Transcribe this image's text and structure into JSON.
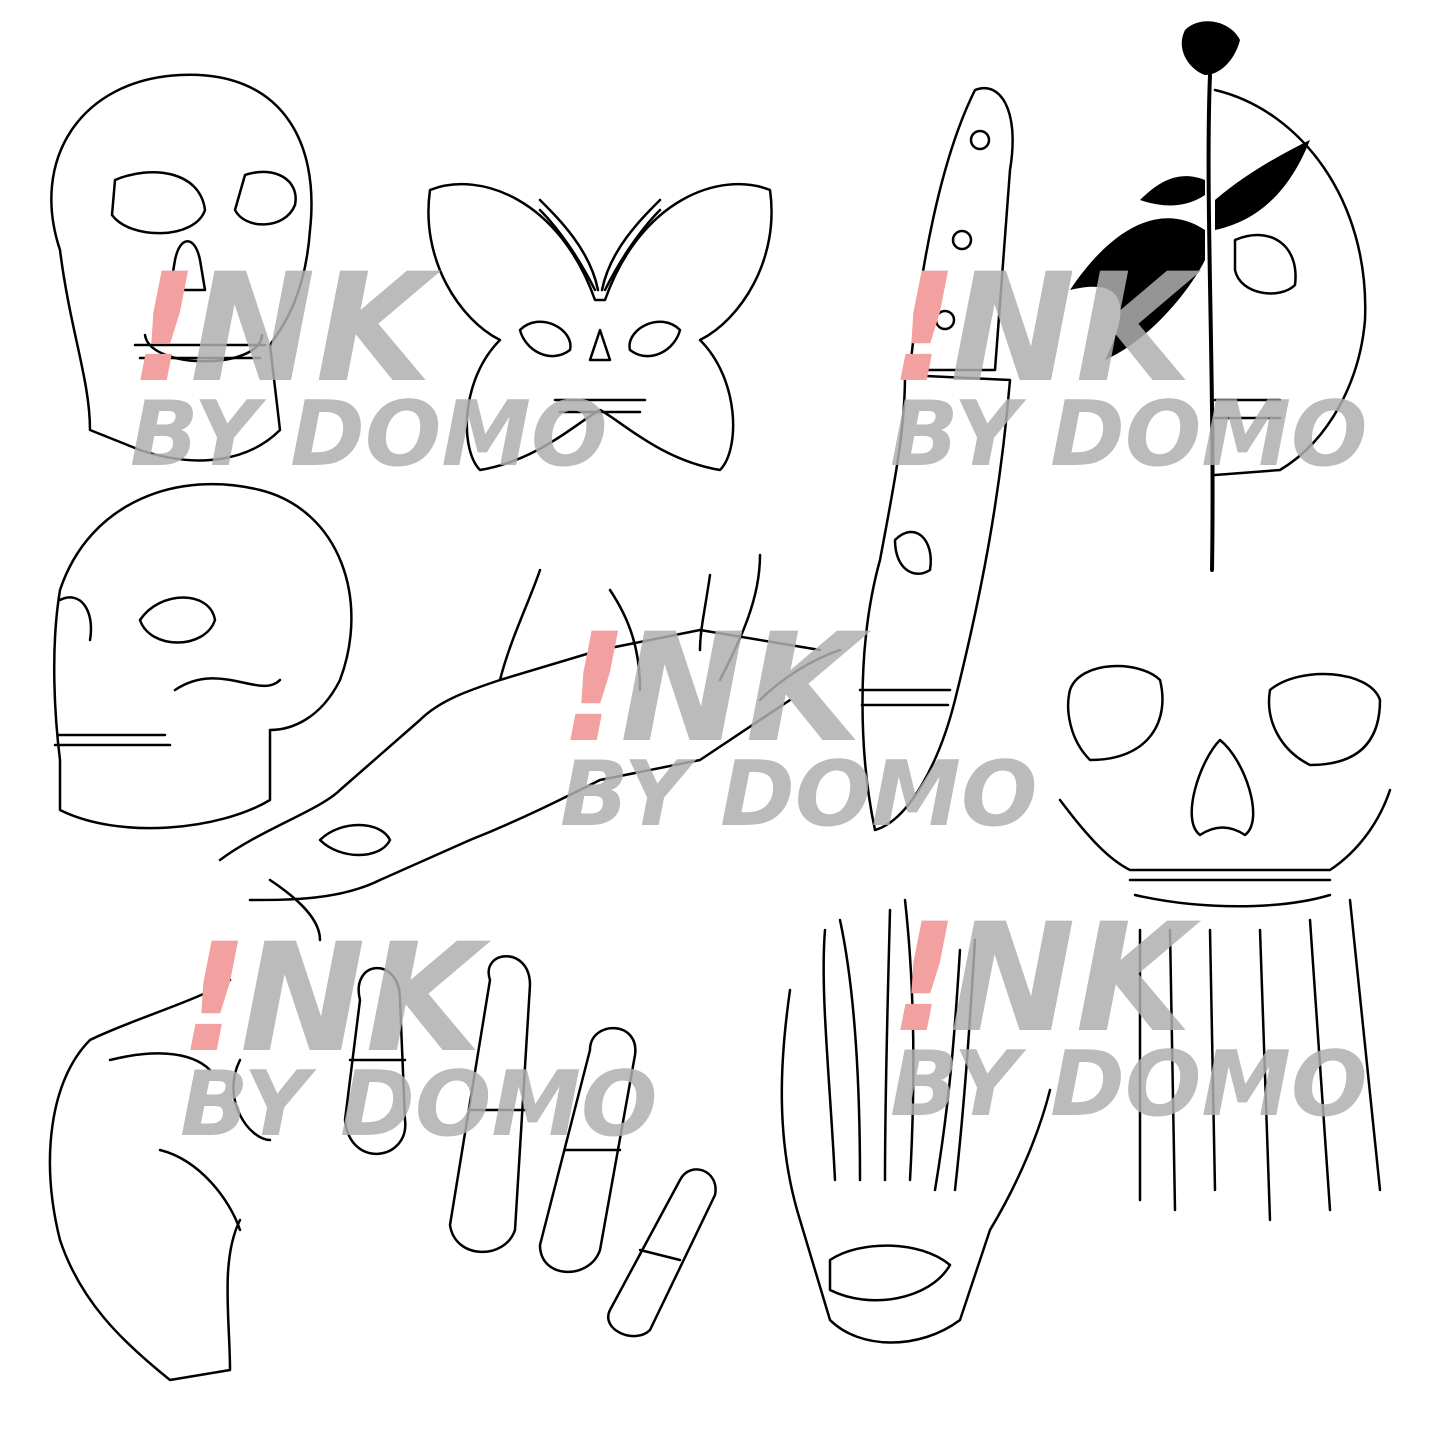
{
  "watermark": {
    "line1": "INK",
    "line2": "BY DOMO",
    "text_color": "#b0b0b0",
    "accent_color": "#f2a0a0"
  },
  "artworks": [
    {
      "name": "front-skull",
      "style": "outline"
    },
    {
      "name": "butterfly-skull",
      "style": "outline"
    },
    {
      "name": "knife-skull-blade",
      "style": "outline"
    },
    {
      "name": "rose-half-skull",
      "style": "filled-rose-outline-skull"
    },
    {
      "name": "side-skull",
      "style": "outline"
    },
    {
      "name": "skeleton-arm-hand",
      "style": "outline"
    },
    {
      "name": "skull-upper-jaw-with-drips",
      "style": "outline"
    },
    {
      "name": "skeleton-hand-curled",
      "style": "outline"
    },
    {
      "name": "finger-bones",
      "style": "outline"
    },
    {
      "name": "skeleton-hand-open",
      "style": "outline"
    }
  ]
}
